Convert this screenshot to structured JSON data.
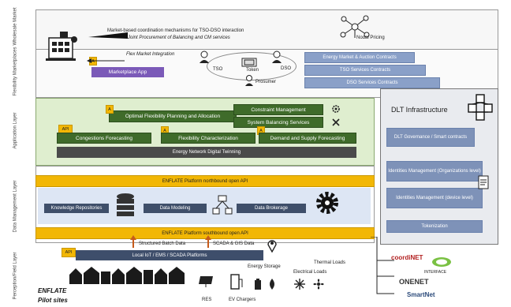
{
  "layers": {
    "wholesale": "Wholesale Market",
    "flexibility": "Flexibility Marketplaces",
    "application": "Application Layer",
    "data_mgmt": "Data Management Layer",
    "perception": "Perception/Field Layer"
  },
  "wholesale": {
    "line1": "Market-based coordination mechanisms for TSO-DSO interaction",
    "line2": "Joint Procurement of Balancing and CM services",
    "nodal": "Nodal Pricing"
  },
  "flex": {
    "integration": "Flex Market Integration",
    "marketplace_app": "Marketplace App",
    "tso": "TSO",
    "dso": "DSO",
    "token": "Token",
    "prosumer": "Prosumer",
    "contracts": [
      "Energy Market & Auction Contracts",
      "TSO Services Contracts",
      "DSO Services Contracts"
    ]
  },
  "dlt": {
    "title": "DLT Infrastructure",
    "items": [
      "DLT Governance / Smart contracts",
      "Identities Management (Organizations level)",
      "Identities Management (device level)",
      "Tokenization"
    ]
  },
  "app": {
    "optimal": "Optimal Flexibility Planning and Allocation",
    "constraint": "Constraint Management",
    "balancing": "System Balancing Services",
    "congestion": "Congestions Forecasting",
    "flex_char": "Flexibility Characterization",
    "demand": "Demand and Supply Forecasting",
    "digital_twin": "Energy Network Digital Twinning",
    "api": "API"
  },
  "data": {
    "northbound": "ENFLATE Platform northbound open API",
    "southbound": "ENFLATE Platform southbound open API",
    "knowledge": "Knowledge Repositories",
    "modeling": "Data Modeling",
    "brokerage": "Data Brokerage"
  },
  "field": {
    "structured": "Structured Batch Data",
    "scada": "SCADA & GIS Data",
    "local": "Local IoT / EMS / SCADA Platforms",
    "api": "API",
    "energy_storage": "Energy Storage",
    "electrical_loads": "Electrical Loads",
    "thermal_loads": "Thermal Loads",
    "res": "RES",
    "ev": "EV Chargers",
    "enflate": "ENFLATE",
    "pilot": "Pilot sites"
  },
  "partners": {
    "coordinet": "coordiNET",
    "interface": "INTERFACE",
    "onenet": "ONENET",
    "smartnet": "SmartNet"
  },
  "tag_a": "A"
}
